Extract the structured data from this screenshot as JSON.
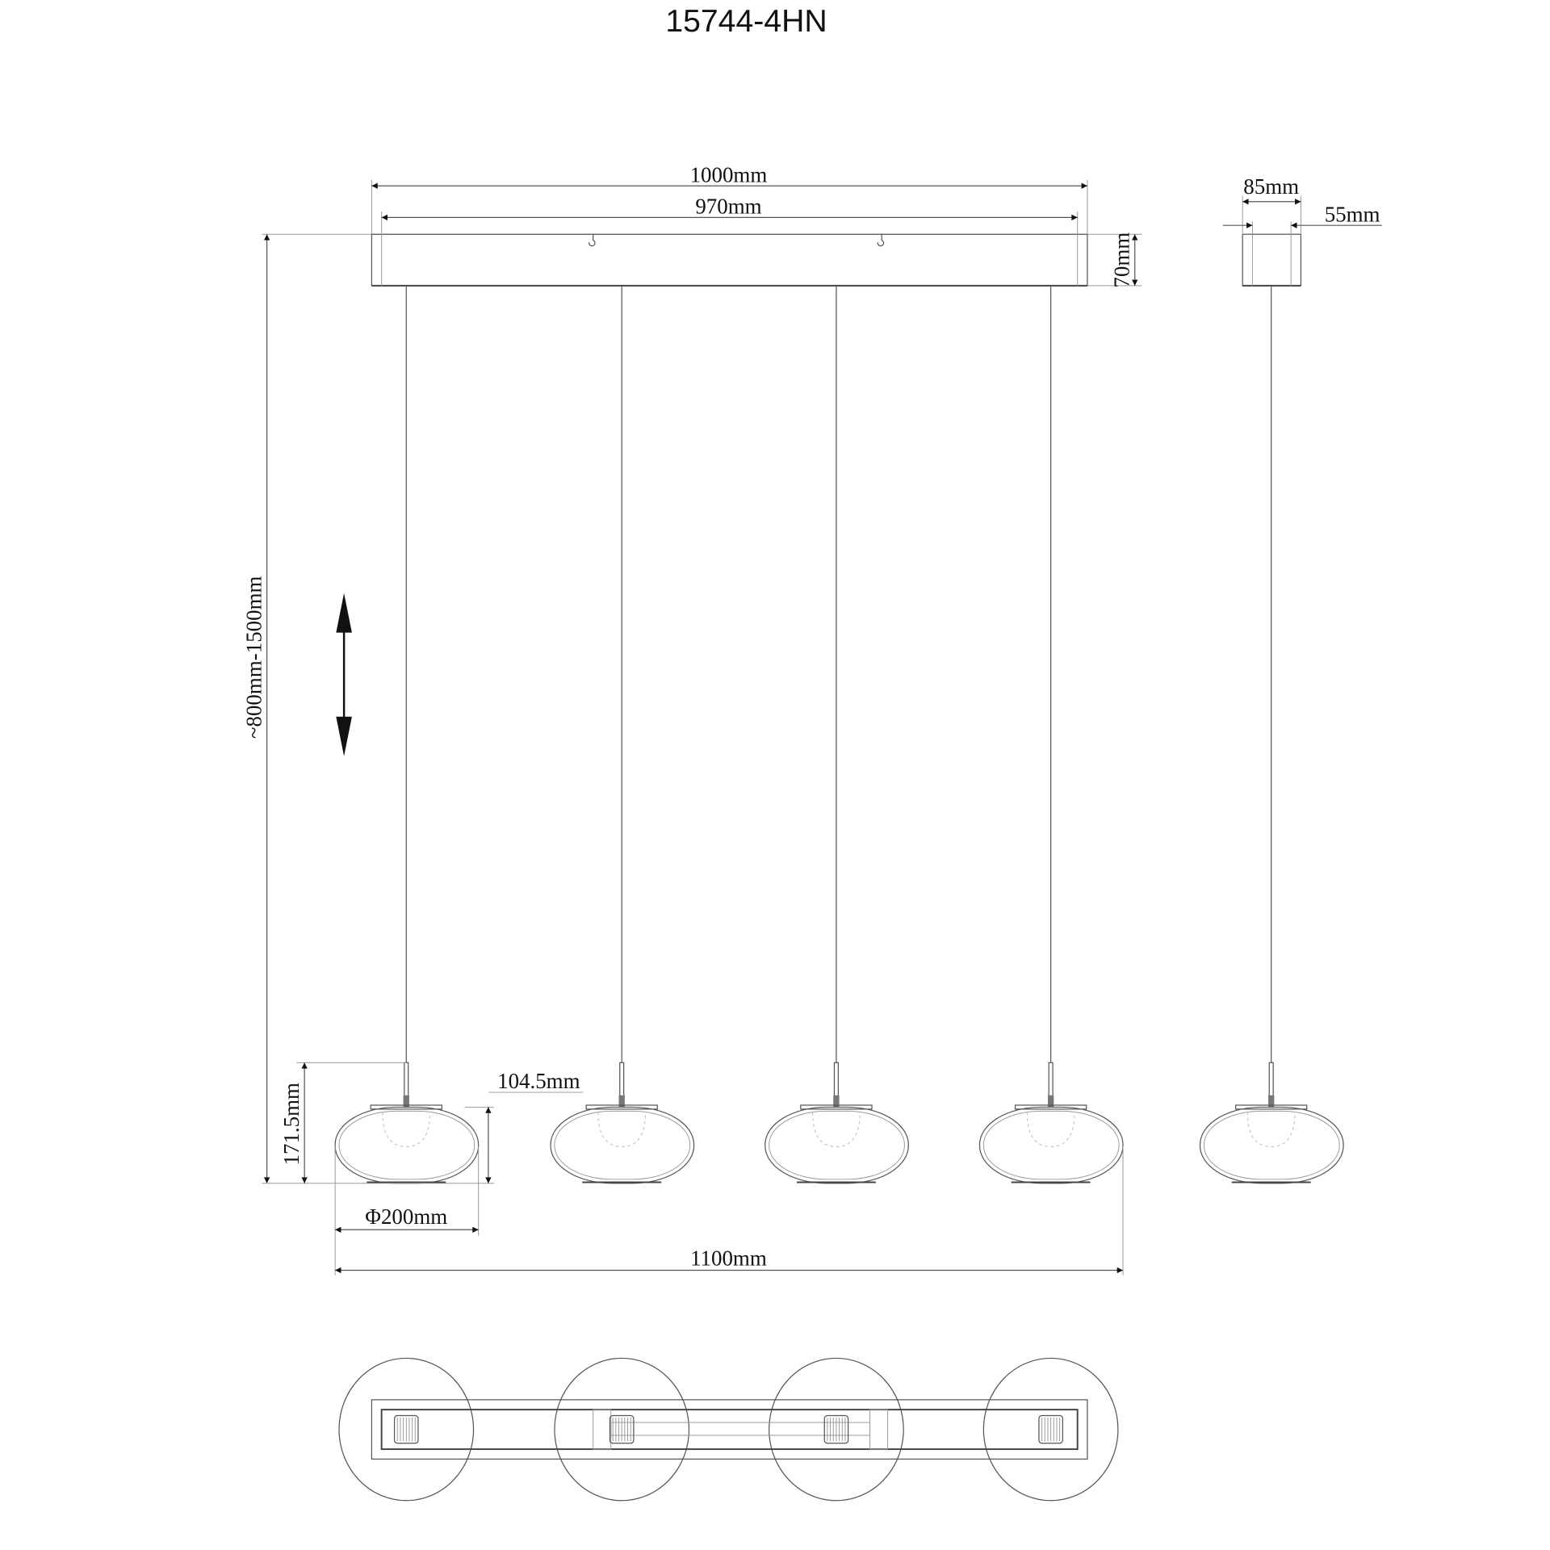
{
  "title": "15744-4HN",
  "dimensions": {
    "canopy_length": "1000mm",
    "canopy_inner_length": "970mm",
    "canopy_height": "70mm",
    "canopy_width": "85mm",
    "canopy_inner_width": "55mm",
    "drop_height": "~800mm-1500mm",
    "shade_total_height": "171.5mm",
    "shade_height": "104.5mm",
    "shade_diameter": "Φ200mm",
    "total_span": "1100mm"
  },
  "colors": {
    "line": "#555555",
    "text": "#111111"
  }
}
